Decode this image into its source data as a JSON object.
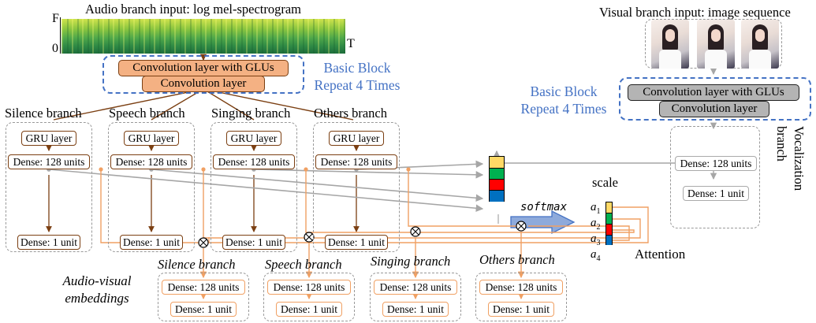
{
  "audio_input": {
    "title": "Audio branch input: log mel-spectrogram",
    "freq_label": "F",
    "zero_label": "0",
    "time_label": "T"
  },
  "audio_block": {
    "conv_glu": "Convolution layer with GLUs",
    "conv": "Convolution layer",
    "repeat_line1": "Basic Block",
    "repeat_line2": "Repeat 4 Times"
  },
  "audio_branches": [
    {
      "name": "Silence branch",
      "gru": "GRU layer",
      "dense": "Dense: 128 units",
      "unit": "Dense: 1 unit"
    },
    {
      "name": "Speech branch",
      "gru": "GRU layer",
      "dense": "Dense: 128 units",
      "unit": "Dense: 1 unit"
    },
    {
      "name": "Singing branch",
      "gru": "GRU layer",
      "dense": "Dense: 128 units",
      "unit": "Dense: 1 unit"
    },
    {
      "name": "Others branch",
      "gru": "GRU layer",
      "dense": "Dense: 128 units",
      "unit": "Dense: 1 unit"
    }
  ],
  "visual_input": {
    "title": "Visual branch input: image sequence"
  },
  "visual_block": {
    "conv_glu": "Convolution layer with GLUs",
    "conv": "Convolution layer",
    "repeat_line1": "Basic Block",
    "repeat_line2": "Repeat 4 Times"
  },
  "vocalization": {
    "dense": "Dense: 128 units",
    "unit": "Dense: 1 unit",
    "label_line1": "Vocalization",
    "label_line2": "branch"
  },
  "attention": {
    "softmax": "softmax",
    "scale": "scale",
    "weights": [
      "a",
      "a",
      "a",
      "a"
    ],
    "weight_indices": [
      "1",
      "2",
      "3",
      "4"
    ],
    "label": "Attention",
    "colors": [
      "#ffd966",
      "#00b050",
      "#ff0000",
      "#0070c0"
    ]
  },
  "av_embeddings": {
    "label_line1": "Audio-visual",
    "label_line2": "embeddings"
  },
  "av_branches": [
    {
      "name": "Silence branch",
      "dense": "Dense: 128 units",
      "unit": "Dense: 1 unit"
    },
    {
      "name": "Speech branch",
      "dense": "Dense: 128 units",
      "unit": "Dense: 1 unit"
    },
    {
      "name": "Singing branch",
      "dense": "Dense: 128 units",
      "unit": "Dense: 1 unit"
    },
    {
      "name": "Others branch",
      "dense": "Dense: 128 units",
      "unit": "Dense: 1 unit"
    }
  ],
  "colors": {
    "brown": "#7b3f12",
    "orange": "#f0a063",
    "grey": "#a6a6a6",
    "blue": "#4472c4"
  }
}
